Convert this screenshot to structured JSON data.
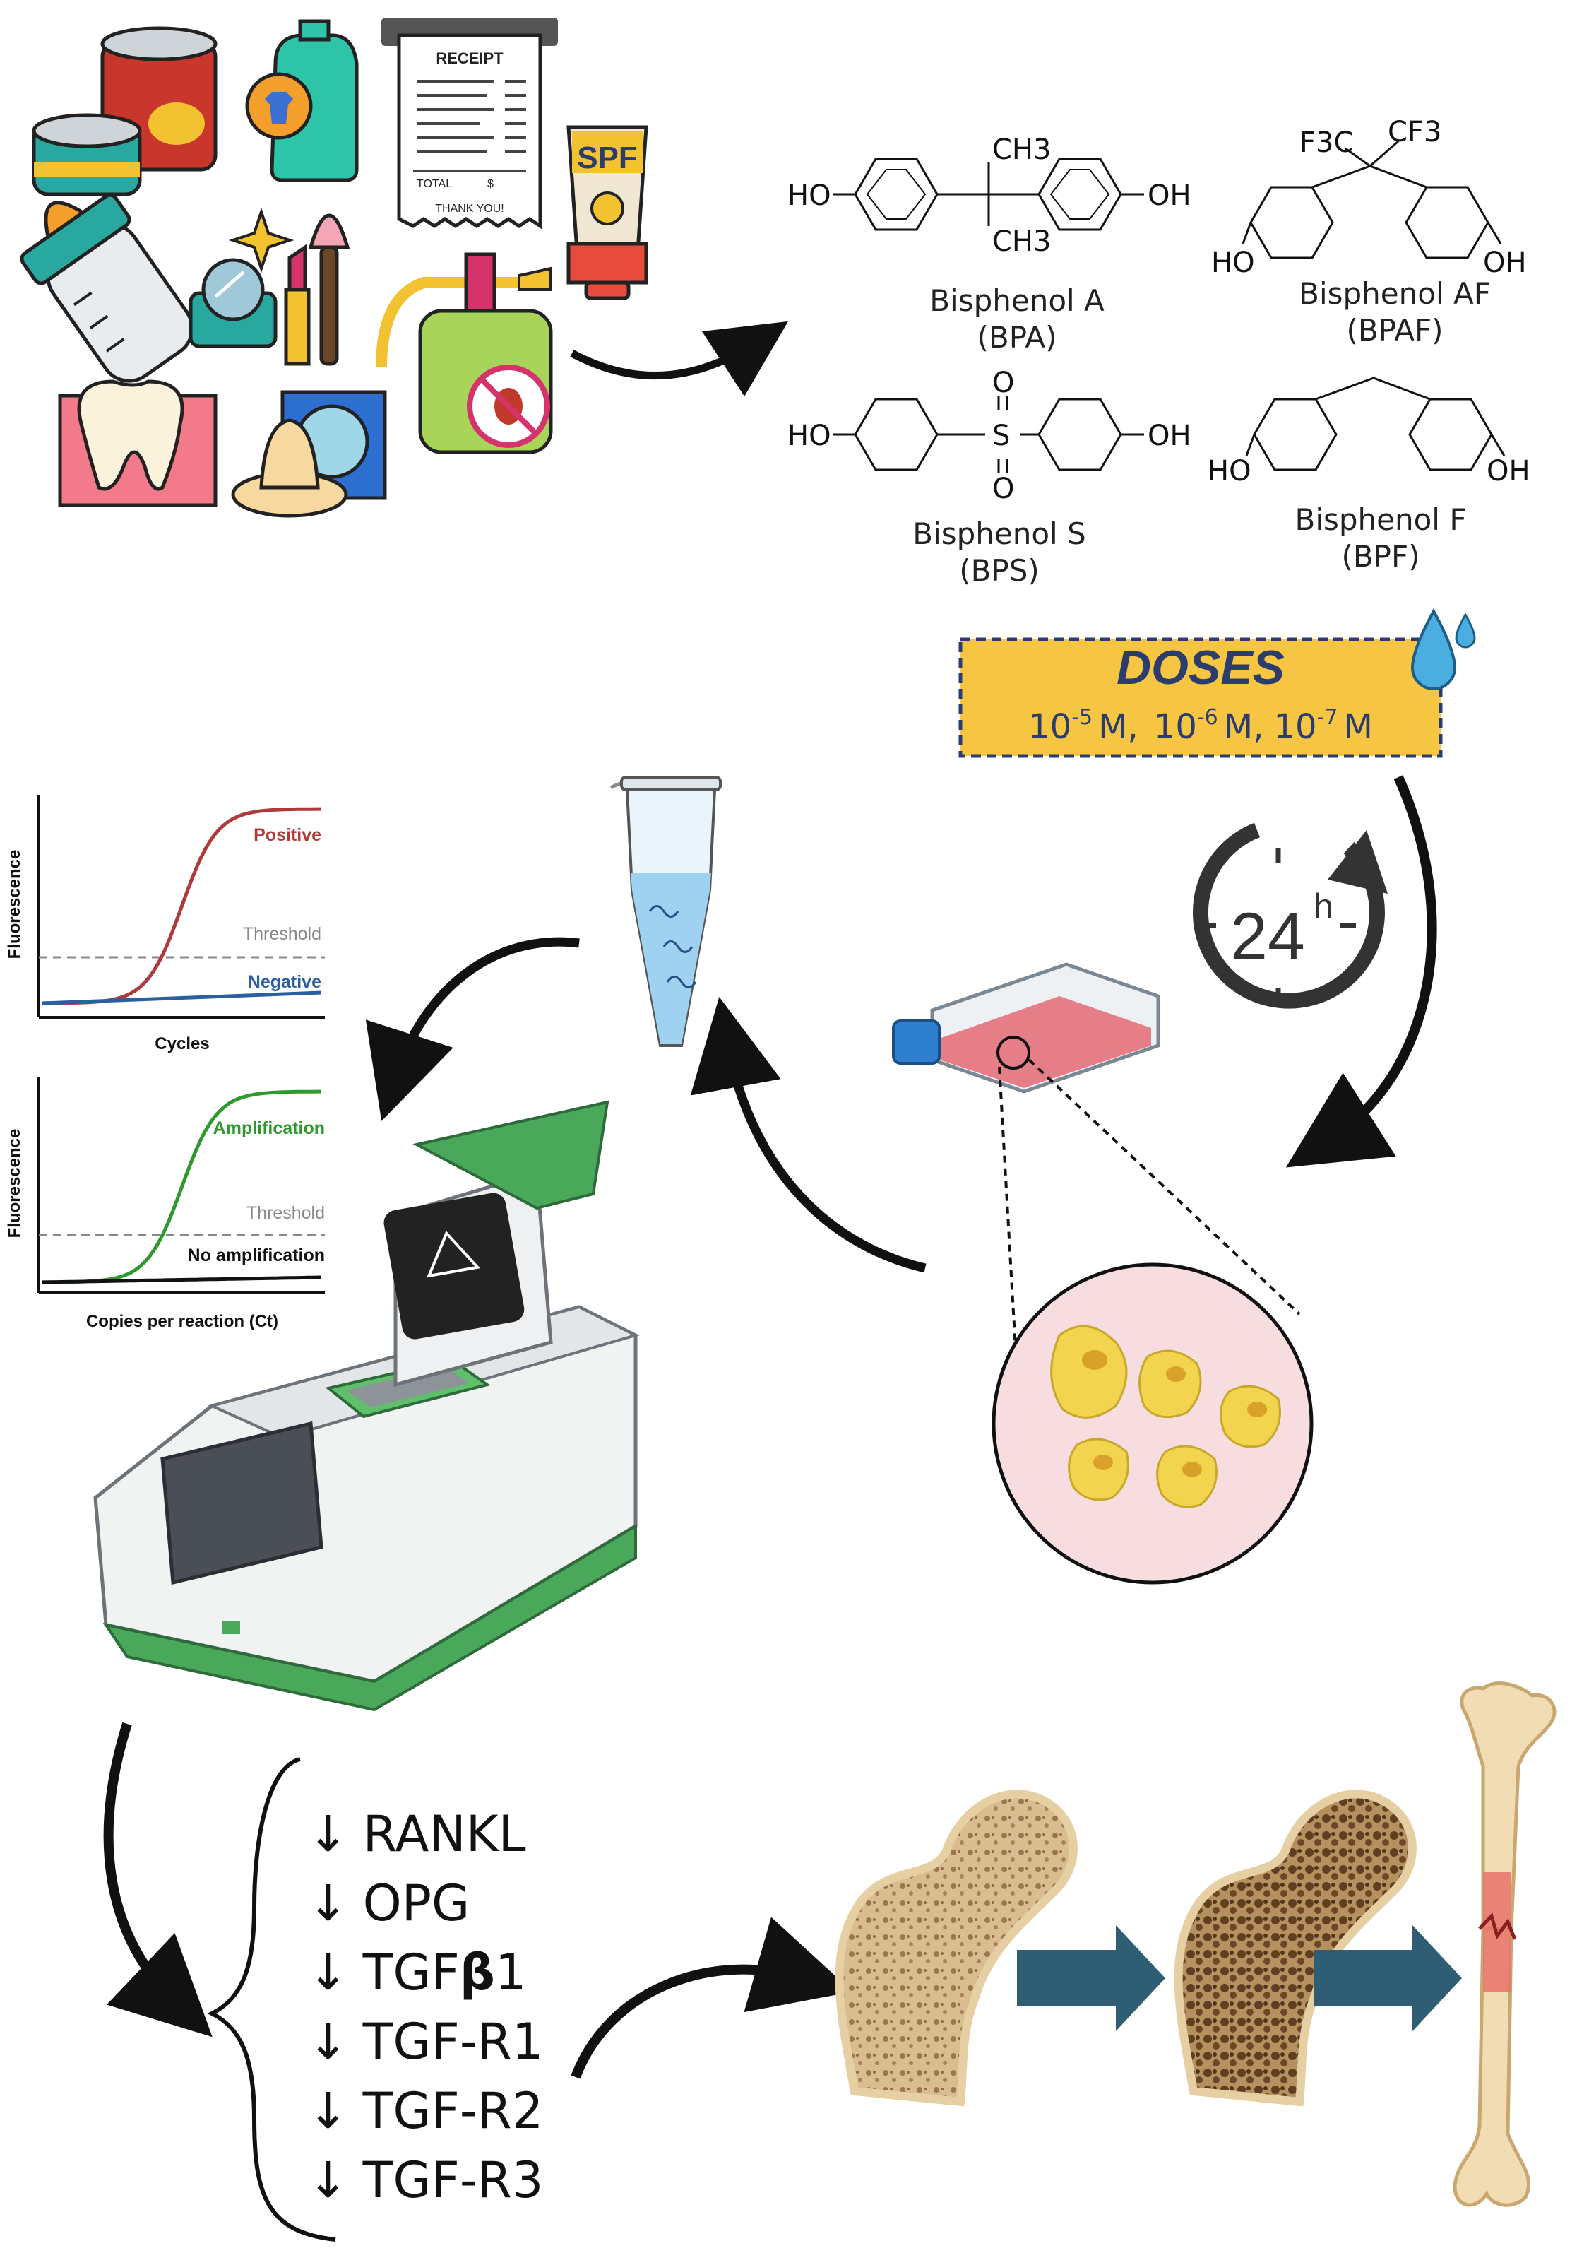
{
  "receipt": {
    "title": "RECEIPT",
    "total": "TOTAL",
    "currency": "$",
    "thanks": "THANK YOU!"
  },
  "sunscreen": {
    "label": "SPF"
  },
  "compounds": [
    {
      "name": "Bisphenol A",
      "abbr": "(BPA)",
      "groups": [
        "HO",
        "OH",
        "CH3",
        "CH3"
      ]
    },
    {
      "name": "Bisphenol AF",
      "abbr": "(BPAF)",
      "groups": [
        "HO",
        "OH",
        "F3C",
        "CF3"
      ]
    },
    {
      "name": "Bisphenol S",
      "abbr": "(BPS)",
      "groups": [
        "HO",
        "OH",
        "O",
        "S",
        "O"
      ]
    },
    {
      "name": "Bisphenol F",
      "abbr": "(BPF)",
      "groups": [
        "HO",
        "OH"
      ]
    }
  ],
  "doses": {
    "title": "DOSES",
    "items": [
      {
        "base": "10",
        "exp": "-5",
        "unit": "M,"
      },
      {
        "base": "10",
        "exp": "-6",
        "unit": "M,"
      },
      {
        "base": "10",
        "exp": "-7",
        "unit": "M"
      }
    ]
  },
  "timer": {
    "value": "24",
    "unit": "h"
  },
  "chart_data": [
    {
      "type": "line",
      "xlabel": "Cycles",
      "ylabel": "Fluorescence",
      "threshold_label": "Threshold",
      "series": [
        {
          "name": "Positive",
          "color": "#b03a3a",
          "shape": "sigmoid"
        },
        {
          "name": "Negative",
          "color": "#2c5fa0",
          "shape": "flat"
        }
      ]
    },
    {
      "type": "line",
      "xlabel": "Copies per reaction (Ct)",
      "ylabel": "Fluorescence",
      "threshold_label": "Threshold",
      "series": [
        {
          "name": "Amplification",
          "color": "#2e9a2e",
          "shape": "sigmoid"
        },
        {
          "name": "No amplification",
          "color": "#111111",
          "shape": "flat"
        }
      ]
    }
  ],
  "genes": [
    {
      "arrow": "↓",
      "name": "RANKL"
    },
    {
      "arrow": "↓",
      "name": "OPG"
    },
    {
      "arrow": "↓",
      "name": "TGF",
      "greek": "β",
      "suffix": "1"
    },
    {
      "arrow": "↓",
      "name": "TGF-R1"
    },
    {
      "arrow": "↓",
      "name": "TGF-R2"
    },
    {
      "arrow": "↓",
      "name": "TGF-R3"
    }
  ],
  "colors": {
    "doses_fill": "#f6c542",
    "doses_title": "#2a3d6e",
    "arrow_blue": "#2f5d73",
    "bone": "#e6cfa2"
  }
}
